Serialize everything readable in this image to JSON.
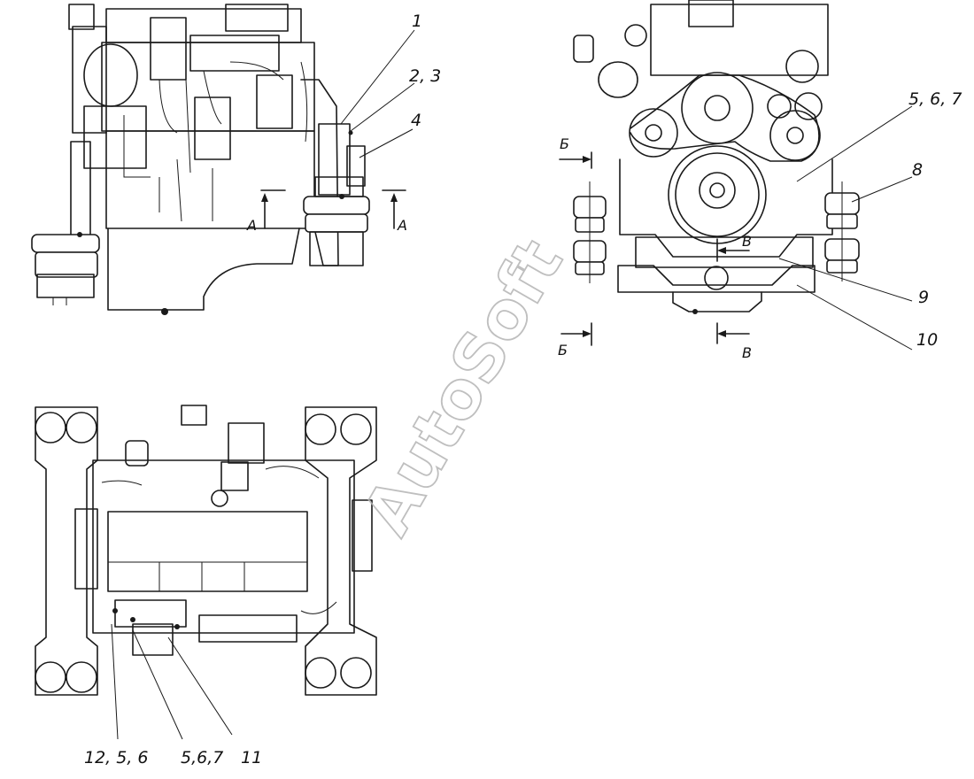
{
  "watermark": "AutoSoft",
  "callouts": {
    "c1": "1",
    "c2_3": "2, 3",
    "c4": "4",
    "c5_6_7_top": "5, 6, 7",
    "c8": "8",
    "c9": "9",
    "c10": "10",
    "c11": "11",
    "c12_5_6": "12, 5, 6",
    "c5_6_7_bottom": "5,6,7"
  },
  "section_marks": {
    "A_left": "А",
    "A_right": "А",
    "B_upper": "Б",
    "B_lower": "Б",
    "V_upper": "В",
    "V_lower": "В"
  }
}
